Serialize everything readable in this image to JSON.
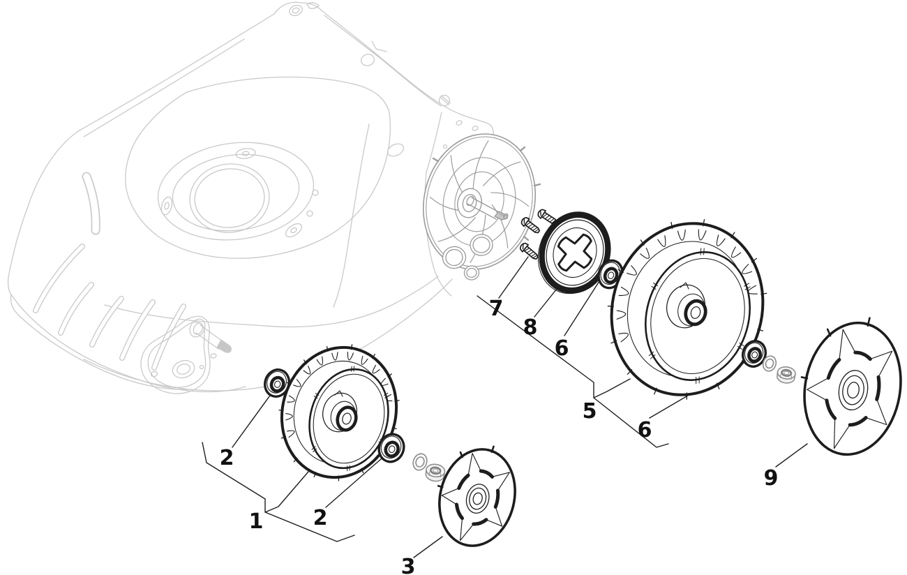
{
  "diagram": {
    "subject": "lawn-mower-wheel-assembly-exploded-parts-diagram",
    "callouts": [
      {
        "label": "1",
        "part": "front-wheel"
      },
      {
        "label": "2",
        "part": "front-wheel-inner-bearing"
      },
      {
        "label": "2",
        "part": "front-wheel-outer-bearing"
      },
      {
        "label": "3",
        "part": "front-hub-cap"
      },
      {
        "label": "5",
        "part": "rear-wheel"
      },
      {
        "label": "6",
        "part": "rear-wheel-inner-bearing"
      },
      {
        "label": "6",
        "part": "rear-wheel-outer-bearing"
      },
      {
        "label": "7",
        "part": "screws"
      },
      {
        "label": "8",
        "part": "ring-gear"
      },
      {
        "label": "9",
        "part": "rear-hub-cap"
      }
    ]
  },
  "colors": {
    "background": "#ffffff",
    "deck_line": "#c9c9c9",
    "housing_line": "#9a9a9a",
    "part_line": "#1d1d1d",
    "hardware_line": "#8f8f8f",
    "leader_line": "#1d1d1d",
    "label_text": "#111111"
  }
}
